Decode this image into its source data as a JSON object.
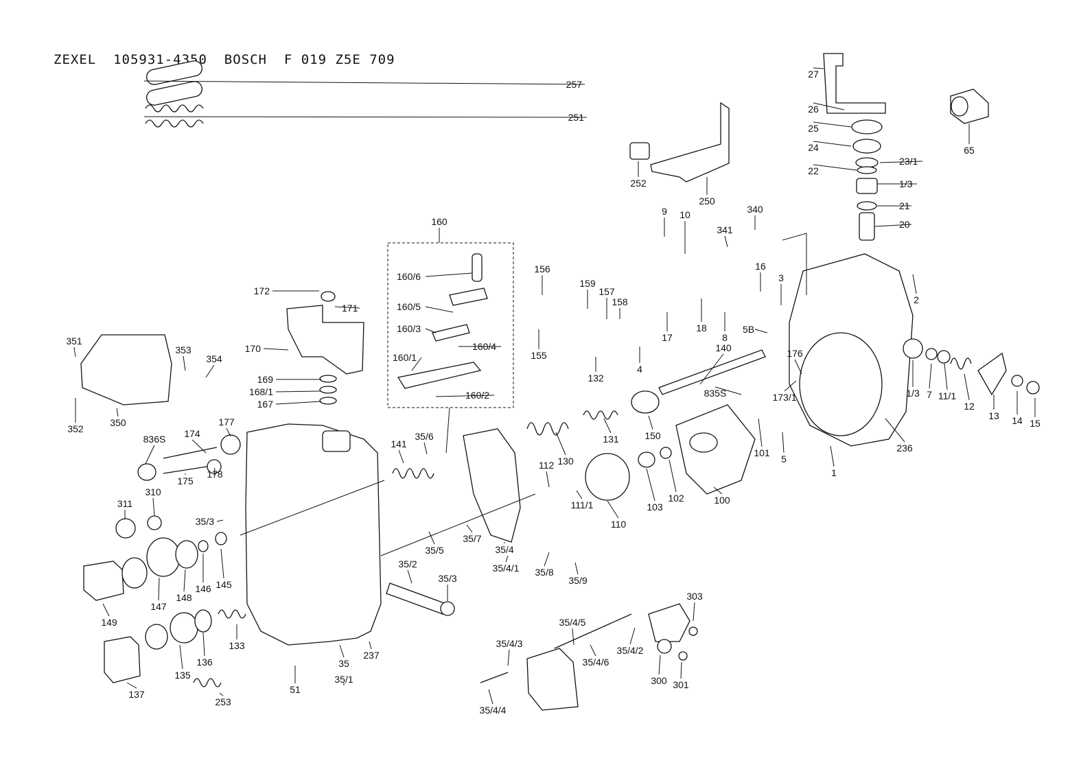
{
  "title": "ZEXEL  105931-4350  BOSCH  F 019 Z5E 709",
  "callouts": [
    "257",
    "251",
    "252",
    "250",
    "27",
    "26",
    "25",
    "24",
    "23/1",
    "22",
    "1/3",
    "21",
    "20",
    "65",
    "340",
    "341",
    "16",
    "3",
    "2",
    "9",
    "10",
    "156",
    "159",
    "157",
    "158",
    "155",
    "132",
    "18",
    "8",
    "5B",
    "4",
    "17",
    "160",
    "160/6",
    "160/5",
    "160/3",
    "160/4",
    "160/1",
    "160/2",
    "172",
    "171",
    "170",
    "169",
    "168/1",
    "167",
    "351",
    "353",
    "354",
    "352",
    "350",
    "140",
    "176",
    "173/1",
    "835S",
    "1/3",
    "7",
    "11/1",
    "12",
    "13",
    "14",
    "15",
    "236",
    "101",
    "5",
    "1",
    "150",
    "131",
    "130",
    "141",
    "35/6",
    "112",
    "836S",
    "174",
    "177",
    "175",
    "178",
    "310",
    "311",
    "35/3",
    "145",
    "146",
    "149",
    "147",
    "148",
    "35/5",
    "35/7",
    "35/4",
    "35/4/1",
    "35/8",
    "35/9",
    "111/1",
    "110",
    "103",
    "102",
    "100",
    "35/2",
    "35/3",
    "133",
    "136",
    "135",
    "137",
    "51",
    "35",
    "35/1",
    "237",
    "253",
    "35/4/5",
    "35/4/3",
    "35/4/6",
    "35/4/2",
    "303",
    "300",
    "301",
    "35/4/4"
  ]
}
